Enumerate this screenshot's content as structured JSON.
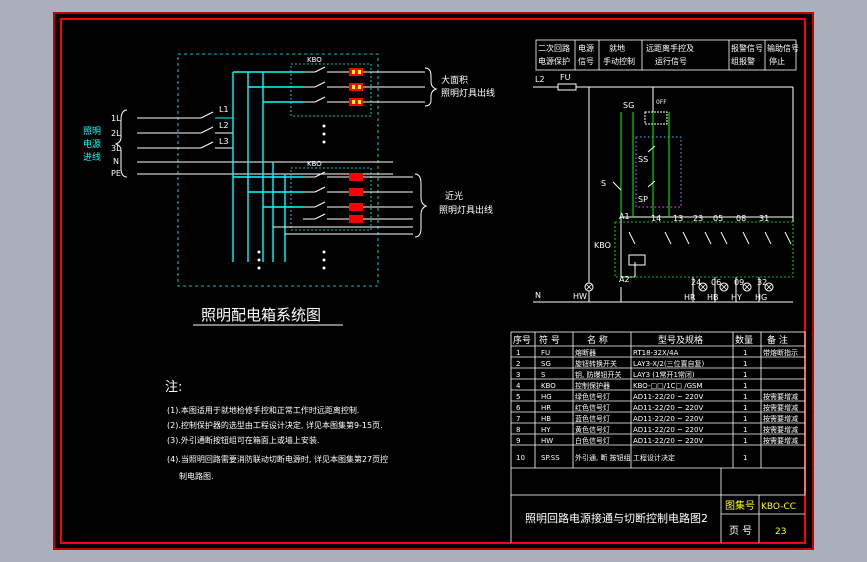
{
  "colors": {
    "background_outer": "#a9afbb",
    "sheet": "#000000",
    "frame": "#ff0000",
    "wire": "#00ffff",
    "text": "#ffffff",
    "yellow": "#ffff00",
    "green": "#00ff00",
    "magenta": "#ff00ff"
  },
  "left": {
    "incoming_label": [
      "照明",
      "电源",
      "进线"
    ],
    "phases": [
      "1L",
      "2L",
      "3L",
      "N",
      "PE"
    ],
    "lines": [
      "L1",
      "L2",
      "L3"
    ],
    "kbo_tags": [
      "KBO",
      "KBO"
    ],
    "outgoing_group1": [
      "大面积",
      "照明灯具出线"
    ],
    "outgoing_group2": [
      "近光",
      "照明灯具出线"
    ],
    "title": "照明配电箱系统图"
  },
  "notes": {
    "heading": "注:",
    "items": [
      "(1).本图适用于就地检修手控和正常工作时远距离控制.",
      "(2).控制保护器的选型由工程设计决定, 详见本图集第9-15页.",
      "(3).外引通断按钮组可在箱面上或墙上安装.",
      "(4).当照明回路需要消防联动切断电源时, 详见本图集第27页控",
      "制电路图."
    ]
  },
  "control": {
    "header_cells": [
      "二次回路 电源保护",
      "电源 信号",
      "就地 手动控制",
      "远距离手控及 运行信号",
      "报警信号 组报警",
      "输助信号 停止"
    ],
    "labels": {
      "L2": "L2",
      "FU": "FU",
      "N": "N",
      "SG": "SG",
      "SS": "SS",
      "SP": "SP",
      "S": "S",
      "KBO": "KBO",
      "A1": "A1",
      "A2": "A2",
      "HW": "HW",
      "OFF": "0FF"
    },
    "terminals": [
      "14",
      "13",
      "23",
      "05",
      "08",
      "31",
      "24",
      "06",
      "09",
      "32"
    ],
    "lamps": [
      "HR",
      "HB",
      "HY",
      "HG"
    ]
  },
  "table": {
    "headers": [
      "序号",
      "符 号",
      "名 称",
      "型号及规格",
      "数量",
      "备 注"
    ],
    "rows": [
      [
        "1",
        "FU",
        "熔断器",
        "RT18-32X/4A",
        "1",
        "带熔断指示"
      ],
      [
        "2",
        "SG",
        "旋钮转换开关",
        "LAY3-X/2(三位置自复)",
        "1",
        ""
      ],
      [
        "3",
        "S",
        "钥, 防爆钮开关",
        "LAY3 (1常开1常闭)",
        "1",
        ""
      ],
      [
        "4",
        "KBO",
        "控制保护器",
        "KBO-□□/1C□ /GSM",
        "1",
        ""
      ],
      [
        "5",
        "HG",
        "绿色信号灯",
        "AD11-22/20 ~ 220V",
        "1",
        "按需要增减"
      ],
      [
        "6",
        "HR",
        "红色信号灯",
        "AD11-22/20 ~ 220V",
        "1",
        "按需要增减"
      ],
      [
        "7",
        "HB",
        "蓝色信号灯",
        "AD11-22/20 ~ 220V",
        "1",
        "按需要增减"
      ],
      [
        "8",
        "HY",
        "黄色信号灯",
        "AD11-22/20 ~ 220V",
        "1",
        "按需要增减"
      ],
      [
        "9",
        "HW",
        "白色信号灯",
        "AD11-22/20 ~ 220V",
        "1",
        "按需要增减"
      ],
      [
        "10",
        "SP.SS",
        "外引通, 断 按钮组",
        "工程设计决定",
        "1",
        ""
      ]
    ]
  },
  "titleblock": {
    "title": "照明回路电源接通与切断控制电路图2",
    "atlas_label": "图集号",
    "atlas_no": "KBO-CC",
    "page_label": "页 号",
    "page_no": "23"
  }
}
